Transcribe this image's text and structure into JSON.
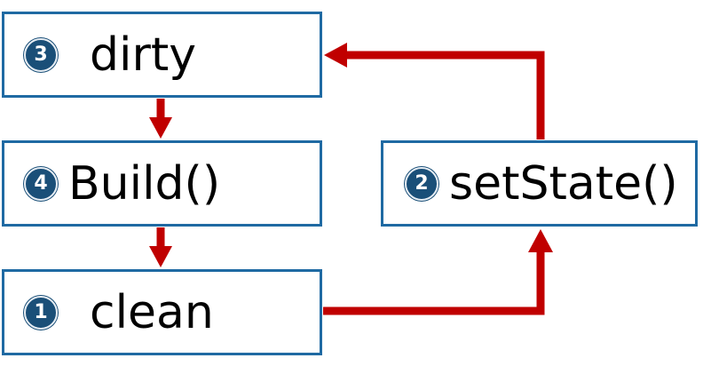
{
  "nodes": {
    "dirty": {
      "step": "3",
      "label": "dirty"
    },
    "build": {
      "step": "4",
      "label": "Build()"
    },
    "clean": {
      "step": "1",
      "label": "clean"
    },
    "setstate": {
      "step": "2",
      "label": "setState()"
    }
  },
  "colors": {
    "box_border": "#1f6aa3",
    "badge_fill": "#1a4f78",
    "arrow": "#c00000"
  }
}
